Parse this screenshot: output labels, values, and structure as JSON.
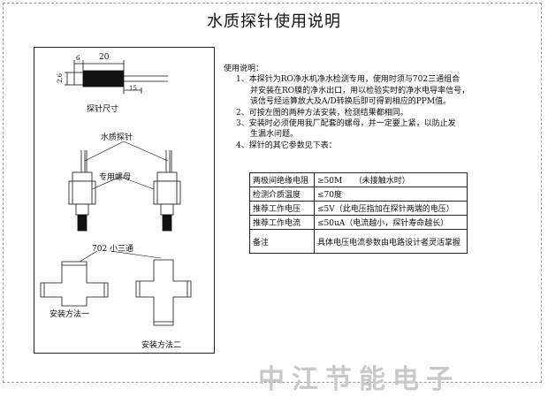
{
  "title": "水质探针使用说明",
  "figure": {
    "dim_top": "20",
    "dim_left": "6",
    "dim_side": "2.6",
    "dim_bottom": "15",
    "probe_size_label": "探针尺寸",
    "probe_label": "水质探针",
    "nut_label": "专用螺母",
    "tee_label": "702 小三通",
    "method1": "安装方法一",
    "method2": "安装方法二"
  },
  "usage": {
    "heading": "使用说明：",
    "items": [
      {
        "num": "1、",
        "lines": [
          "本探针为RO净水机净水检测专用，使用时须与702三通组合",
          "并安装在RO膜的净水出口，用以检验实时的净水电导率信号，",
          "该信号经运算放大及A/D转换后即可得到相应的PPM值。"
        ]
      },
      {
        "num": "2、",
        "lines": [
          "可按左图的两种方法安装，检测结果都相同。"
        ]
      },
      {
        "num": "3、",
        "lines": [
          "安装时必须使用我厂配套的螺母，并一定要上紧，以防止发",
          "生漏水问题。"
        ]
      },
      {
        "num": "4、",
        "lines": [
          "探针的其它参数见下表："
        ]
      }
    ]
  },
  "params": [
    {
      "key": "两极间绝缘电阻",
      "value": "≥50M　　（未接触水时）"
    },
    {
      "key": "检测介质温度",
      "value": "≤70度"
    },
    {
      "key": "推荐工作电压",
      "value": "≤5V（此电压指加在探针两端的电压）"
    },
    {
      "key": "推荐工作电流",
      "value": "≤50uA（电流越小，探针寿命越长）"
    },
    {
      "key": "备注",
      "value": "具体电压电流参数由电路设计者灵活掌握"
    }
  ],
  "brand": "中江节能电子"
}
